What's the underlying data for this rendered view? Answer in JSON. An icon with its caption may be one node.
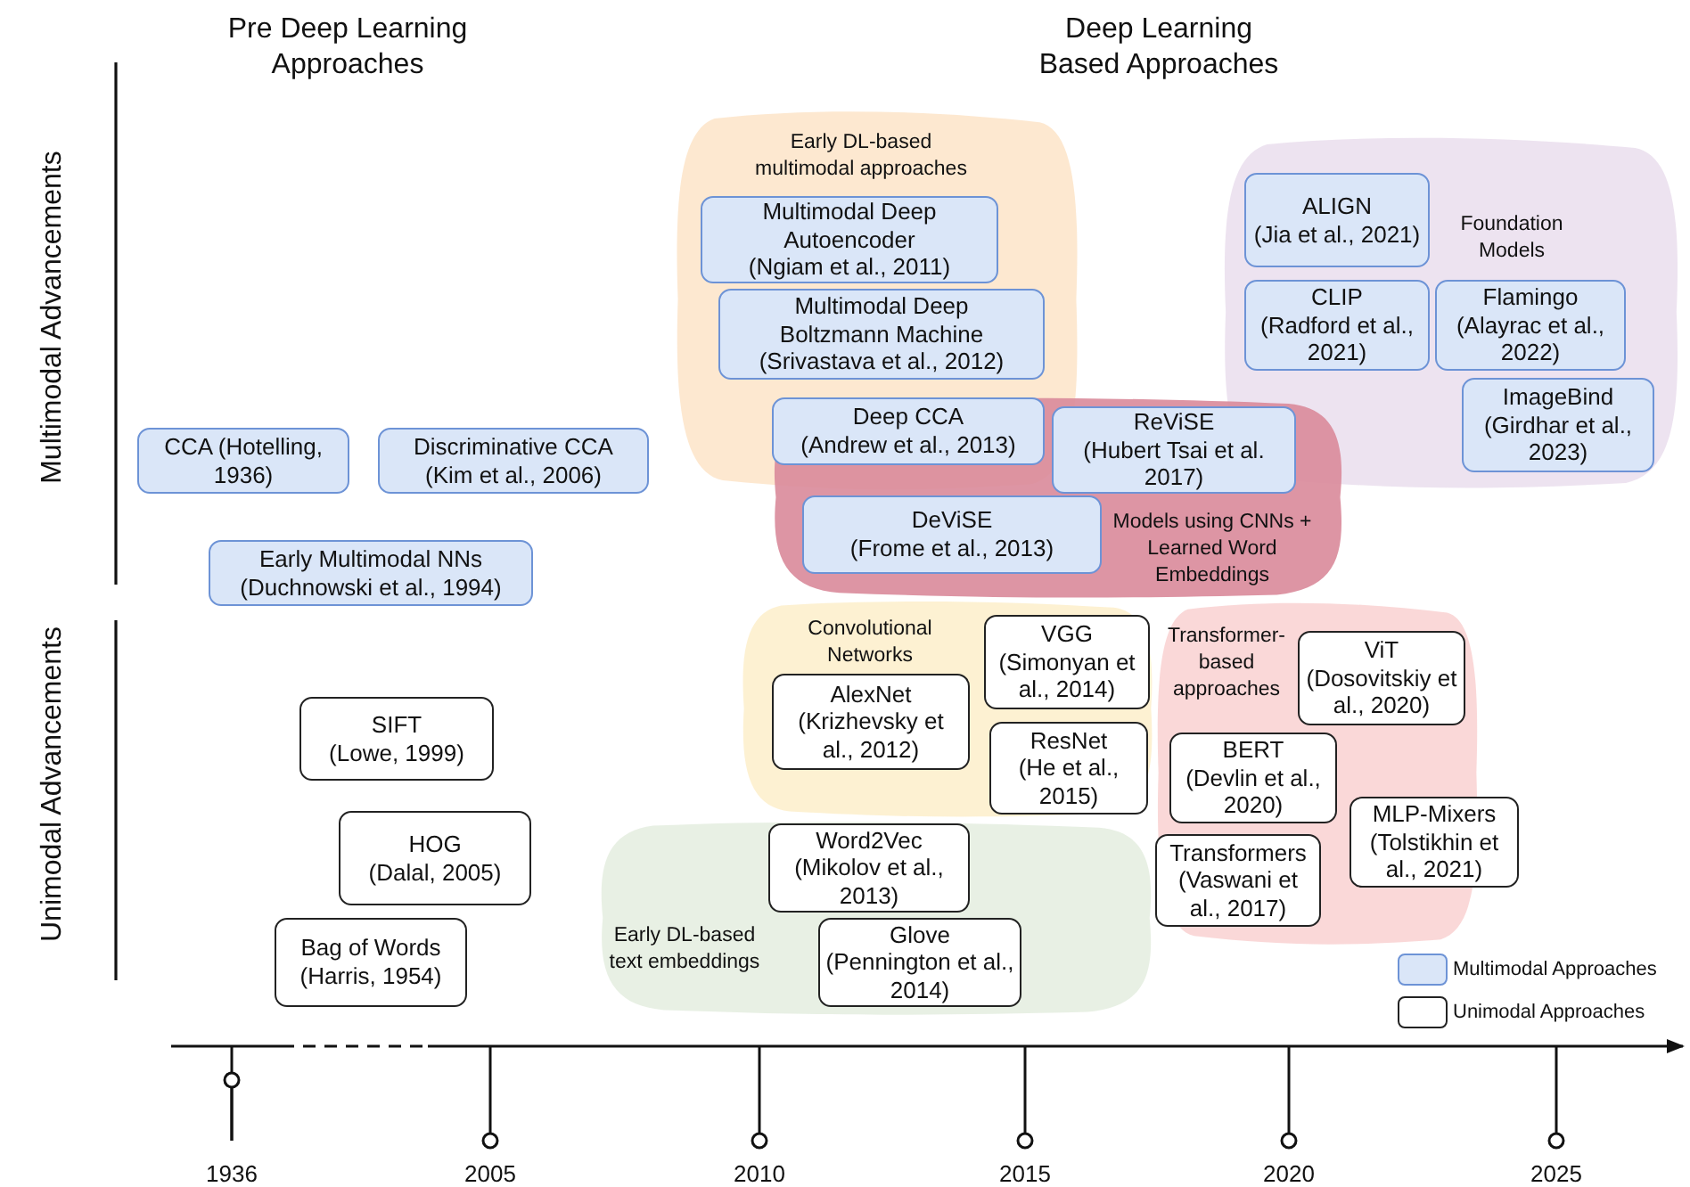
{
  "diagram": {
    "nodes": [
      {
        "text": [
          "Early DL-based multimodal approaches"
        ]
      },
      {
        "text": [
          "Multimodal Deep Autoencoder",
          "(Ngiam et al., 2011)"
        ],
        "in": 0
      },
      {
        "text": [
          "Multimodal Deep Boltzmann Machine",
          "(Srivastava et al., 2012)"
        ],
        "in": 0
      },
      {
        "text": [
          "Foundation Models"
        ]
      },
      {
        "text": [
          "ALIGN",
          "(Jia et al., 2021)"
        ],
        "in": 3
      },
      {
        "text": [
          "CLIP",
          "(Radford et al., 2021)"
        ],
        "in": 3
      },
      {
        "text": [
          "Flamingo",
          "(Alayrac et al., 2022)"
        ],
        "in": 3
      },
      {
        "text": [
          "ImageBind",
          "(Girdhar et al., 2023)"
        ],
        "in": 3
      },
      {
        "text": [
          "Deep CCA",
          "(Andrew et al., 2013)"
        ]
      },
      {
        "text": [
          "Models using CNNs + Learned Word Embeddings"
        ]
      },
      {
        "text": [
          "ReViSE",
          "(Hubert Tsai et al. 2017)"
        ],
        "in": 9
      },
      {
        "text": [
          "DeViSE",
          "(Frome et al., 2013)"
        ],
        "in": 9
      },
      {
        "text": [
          "CCA (Hotelling, 1936)"
        ]
      },
      {
        "text": [
          "Discriminative CCA",
          "(Kim et al., 2006)"
        ]
      },
      {
        "text": [
          "Early Multimodal NNs",
          "(Duchnowski et al., 1994)"
        ]
      },
      {
        "text": [
          "Convolutional Networks"
        ]
      },
      {
        "text": [
          "AlexNet",
          "(Krizhevsky et al., 2012)"
        ],
        "in": 15
      },
      {
        "text": [
          "VGG",
          "(Simonyan et al., 2014)"
        ],
        "in": 15
      },
      {
        "text": [
          "ResNet",
          "(He et al., 2015)"
        ],
        "in": 15
      },
      {
        "text": [
          "Transformer-based approaches"
        ]
      },
      {
        "text": [
          "ViT",
          "(Dosovitskiy et al., 2020)"
        ],
        "in": 19
      },
      {
        "text": [
          "BERT",
          "(Devlin et al., 2020)"
        ],
        "in": 19
      },
      {
        "text": [
          "Transformers",
          "(Vaswani et al., 2017)"
        ],
        "in": 19
      },
      {
        "text": [
          "SIFT",
          "(Lowe, 1999)"
        ]
      },
      {
        "text": [
          "MLP-Mixers",
          "(Tolstikhin et al., 2021)"
        ]
      },
      {
        "text": [
          "HOG",
          "(Dalal, 2005)"
        ]
      },
      {
        "text": [
          "Word2Vec",
          "(Mikolov et al., 2013)"
        ],
        "in": 27
      },
      {
        "text": [
          "Early DL-based text embeddings"
        ]
      },
      {
        "text": [
          "Glove",
          "(Pennington et al., 2014)"
        ],
        "in": 27
      },
      {
        "text": [
          "Bag of Words",
          "(Harris, 1954)"
        ]
      }
    ],
    "labels": [
      "Pre Deep Learning Approaches",
      "Deep Learning Based Approaches",
      "Multimodal Advancements",
      "Unimodal Advancements",
      "1936",
      "2005",
      "2010",
      "2015",
      "2020",
      "2025"
    ],
    "legend": [
      {
        "text": "Multimodal Approaches",
        "color": "#dae6f8"
      },
      {
        "text": "Unimodal Approaches",
        "color": "#ffffff"
      }
    ]
  }
}
